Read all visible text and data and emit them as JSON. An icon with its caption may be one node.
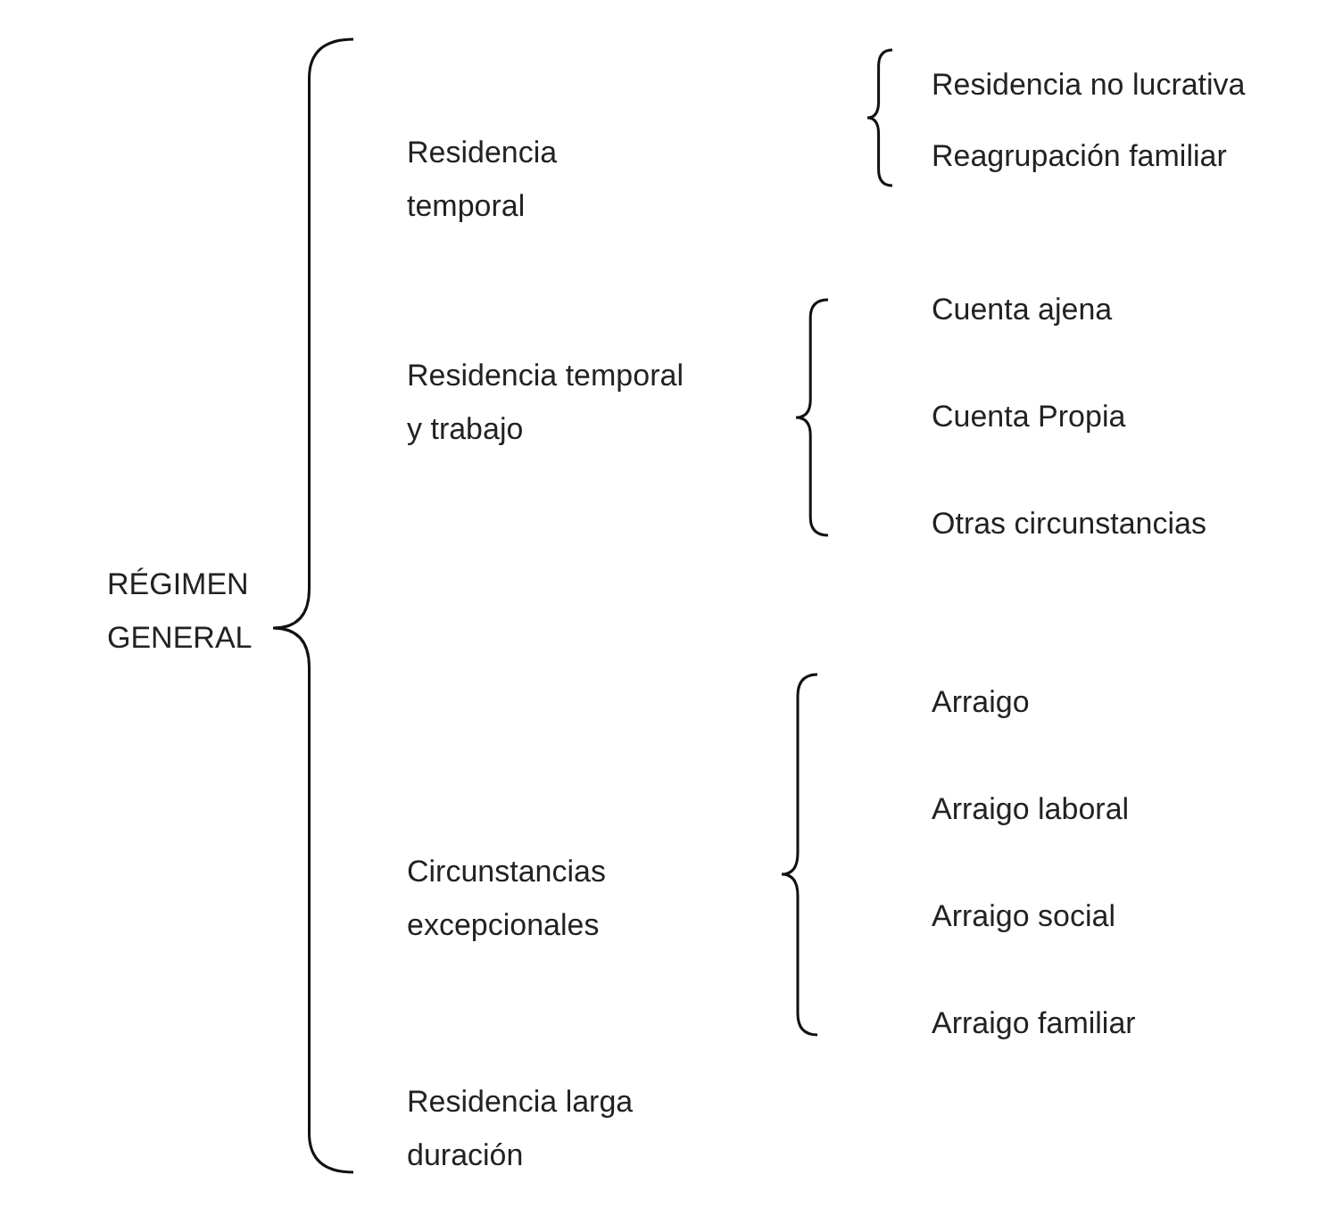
{
  "diagram": {
    "labels": [
      "RÉGIMEN GENERAL",
      "Residencia temporal",
      "Residencia no lucrativa",
      "Reagrupación familiar",
      "Residencia temporal y trabajo",
      "Cuenta ajena",
      "Cuenta Propia",
      "Otras circunstancias",
      "Circunstancias excepcionales",
      "Arraigo",
      "Arraigo laboral",
      "Arraigo social",
      "Arraigo familiar",
      "Residencia larga duración"
    ]
  }
}
